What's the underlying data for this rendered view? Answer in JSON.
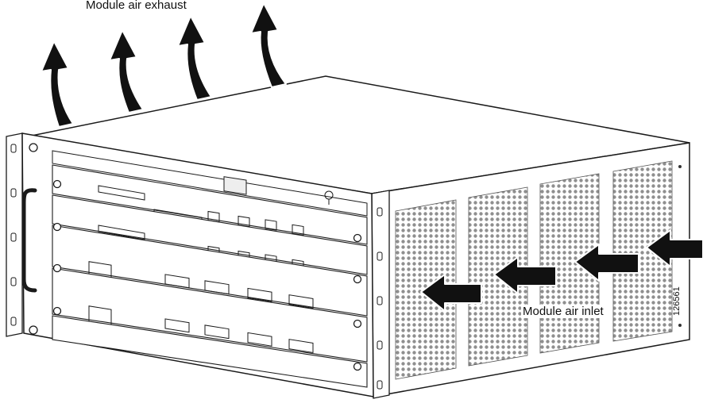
{
  "labels": {
    "exhaust": "Module air exhaust",
    "inlet": "Module air inlet",
    "figure_id": "126561"
  },
  "colors": {
    "line": "#1a1a1a",
    "fill": "#ffffff",
    "arrow": "#111111",
    "grille": "#9a9a9a"
  },
  "icons": [
    "curved-exhaust-arrow-icon",
    "inlet-arrow-icon",
    "thumbscrew-icon",
    "ground-symbol-icon"
  ]
}
